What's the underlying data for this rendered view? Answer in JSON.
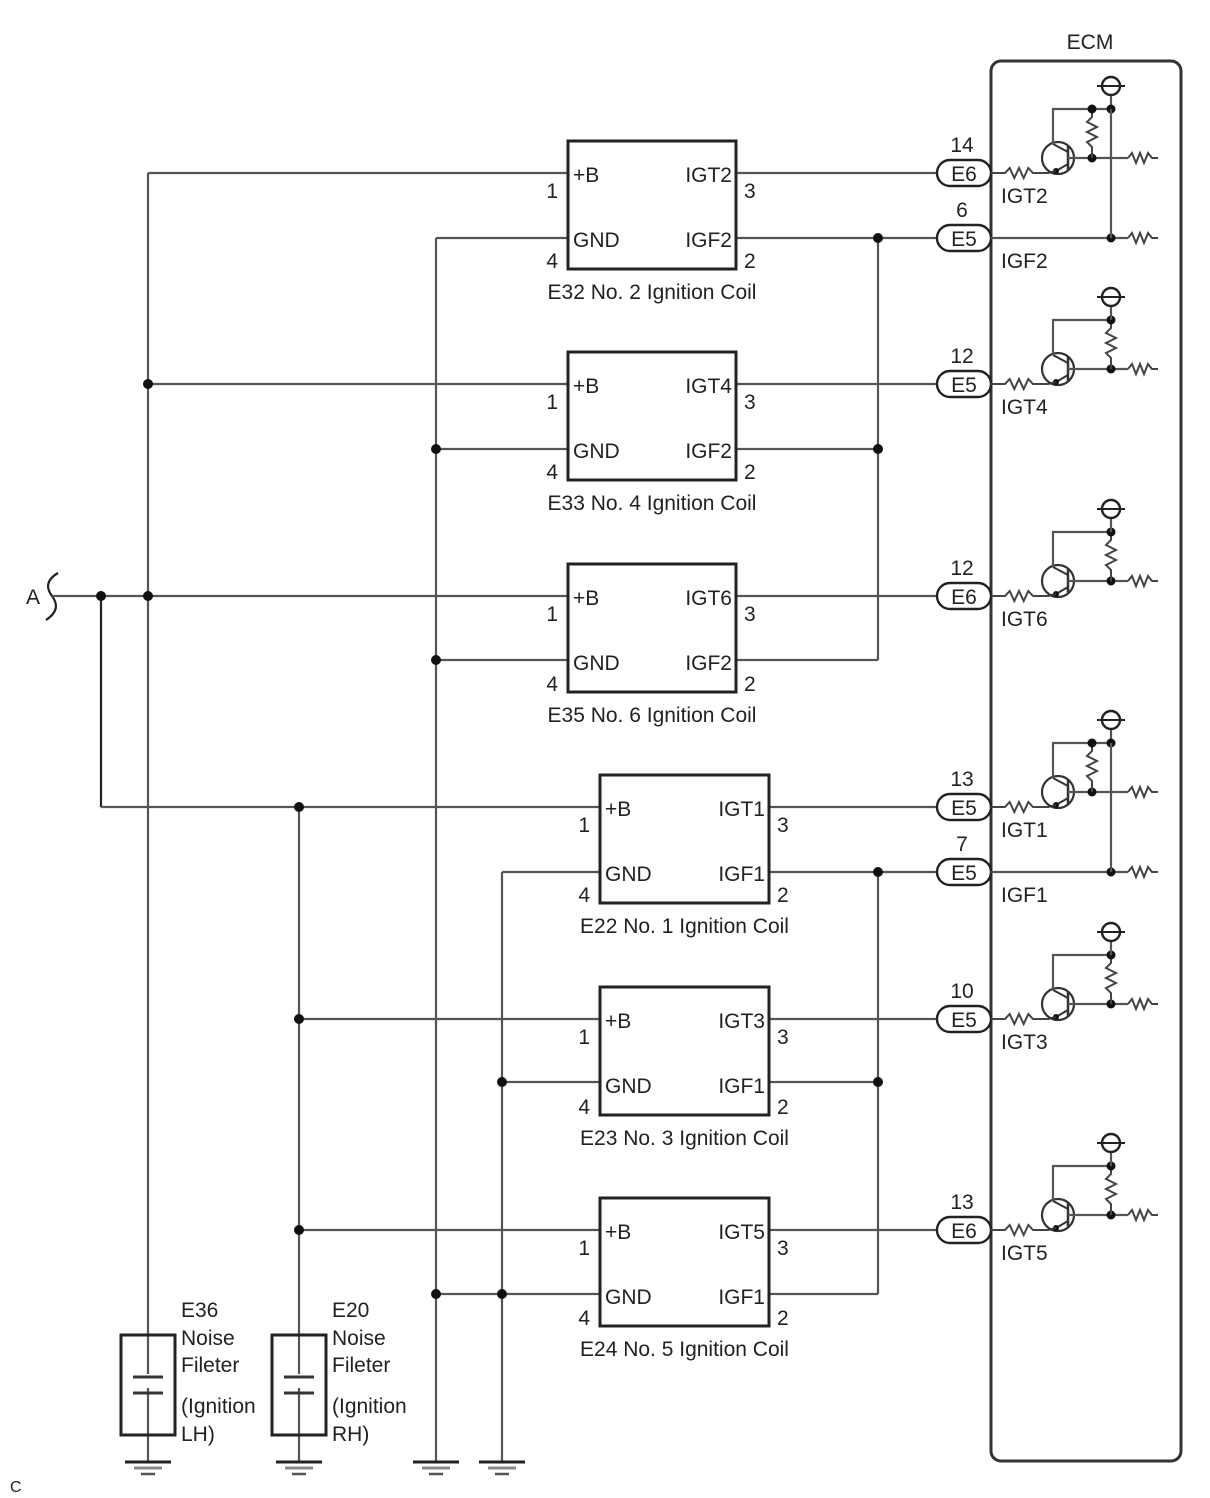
{
  "ecm": {
    "title": "ECM",
    "signals": [
      {
        "pin": "14",
        "connector": "E6",
        "label": "IGT2",
        "type": "igt",
        "grp": "a"
      },
      {
        "pin": "6",
        "connector": "E5",
        "label": "IGF2",
        "type": "igf",
        "grp": "a"
      },
      {
        "pin": "12",
        "connector": "E5",
        "label": "IGT4",
        "type": "igt",
        "grp": "b"
      },
      {
        "pin": "12",
        "connector": "E6",
        "label": "IGT6",
        "type": "igt",
        "grp": "b"
      },
      {
        "pin": "13",
        "connector": "E5",
        "label": "IGT1",
        "type": "igt",
        "grp": "a"
      },
      {
        "pin": "7",
        "connector": "E5",
        "label": "IGF1",
        "type": "igf",
        "grp": "a"
      },
      {
        "pin": "10",
        "connector": "E5",
        "label": "IGT3",
        "type": "igt",
        "grp": "b"
      },
      {
        "pin": "13",
        "connector": "E6",
        "label": "IGT5",
        "type": "igt",
        "grp": "b"
      }
    ]
  },
  "coils": [
    {
      "name": "E32 No. 2 Ignition Coil",
      "bplus": "+B",
      "gnd": "GND",
      "igt": "IGT2",
      "igf": "IGF2",
      "pin_b": "1",
      "pin_gnd": "4",
      "pin_igt": "3",
      "pin_igf": "2"
    },
    {
      "name": "E33 No. 4 Ignition Coil",
      "bplus": "+B",
      "gnd": "GND",
      "igt": "IGT4",
      "igf": "IGF2",
      "pin_b": "1",
      "pin_gnd": "4",
      "pin_igt": "3",
      "pin_igf": "2"
    },
    {
      "name": "E35 No. 6 Ignition Coil",
      "bplus": "+B",
      "gnd": "GND",
      "igt": "IGT6",
      "igf": "IGF2",
      "pin_b": "1",
      "pin_gnd": "4",
      "pin_igt": "3",
      "pin_igf": "2"
    },
    {
      "name": "E22 No. 1 Ignition Coil",
      "bplus": "+B",
      "gnd": "GND",
      "igt": "IGT1",
      "igf": "IGF1",
      "pin_b": "1",
      "pin_gnd": "4",
      "pin_igt": "3",
      "pin_igf": "2"
    },
    {
      "name": "E23 No. 3 Ignition Coil",
      "bplus": "+B",
      "gnd": "GND",
      "igt": "IGT3",
      "igf": "IGF1",
      "pin_b": "1",
      "pin_gnd": "4",
      "pin_igt": "3",
      "pin_igf": "2"
    },
    {
      "name": "E24 No. 5 Ignition Coil",
      "bplus": "+B",
      "gnd": "GND",
      "igt": "IGT5",
      "igf": "IGF1",
      "pin_b": "1",
      "pin_gnd": "4",
      "pin_igt": "3",
      "pin_igf": "2"
    }
  ],
  "filters": [
    {
      "lines": [
        "E36",
        "Noise",
        "Fileter",
        "(Ignition",
        "LH)"
      ]
    },
    {
      "lines": [
        "E20",
        "Noise",
        "Fileter",
        "(Ignition",
        "RH)"
      ]
    }
  ],
  "source_label": "A",
  "corner_label": "C"
}
